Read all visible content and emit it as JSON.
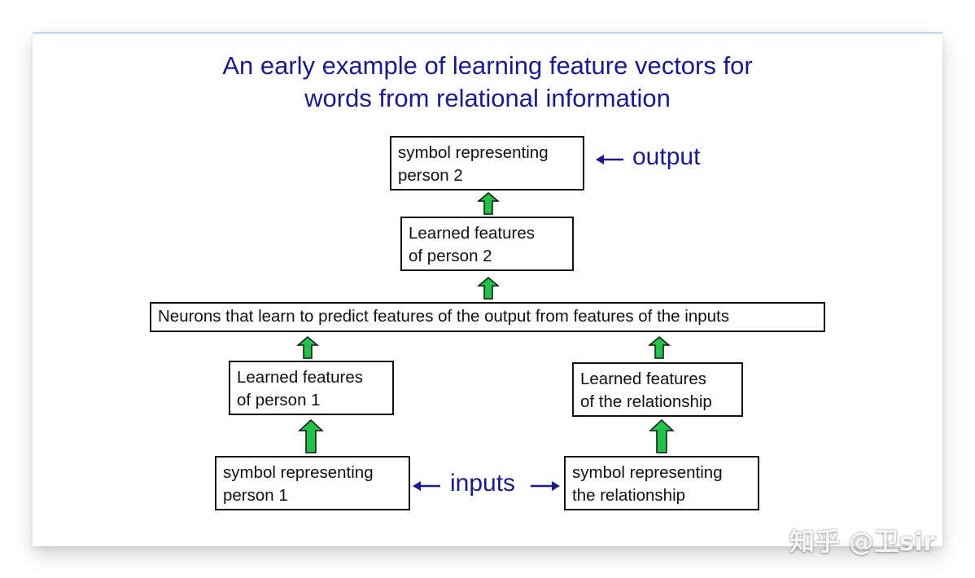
{
  "title": {
    "line1": "An early example of learning feature vectors for",
    "line2": "words from relational information"
  },
  "boxes": {
    "output_symbol": {
      "line1": "symbol representing",
      "line2": "person 2"
    },
    "features_person2": {
      "line1": "Learned features",
      "line2": "of person 2"
    },
    "neurons": {
      "text": "Neurons that learn to predict features of the output from features of the inputs"
    },
    "features_person1": {
      "line1": "Learned features",
      "line2": "of person 1"
    },
    "features_relationship": {
      "line1": "Learned features",
      "line2": "of the relationship"
    },
    "input_person1": {
      "line1": "symbol representing",
      "line2": "person 1"
    },
    "input_relationship": {
      "line1": "symbol representing",
      "line2": "the relationship"
    }
  },
  "labels": {
    "output": "output",
    "inputs": "inputs"
  },
  "watermark": "知乎 @卫sir",
  "colors": {
    "title": "#1a1a8c",
    "arrow_fill": "#22c24a",
    "box_border": "#111111",
    "label": "#1a1a8c"
  }
}
